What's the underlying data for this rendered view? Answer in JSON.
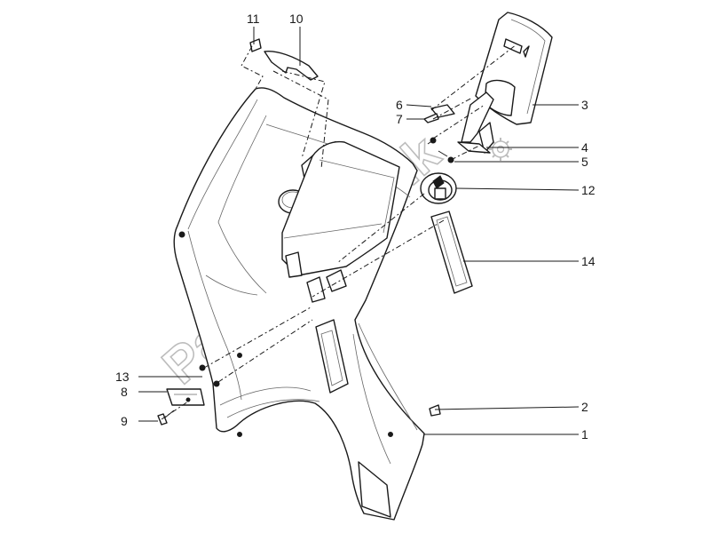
{
  "diagram": {
    "watermark": "PartsRepublik",
    "callouts": {
      "c1": "1",
      "c2": "2",
      "c3": "3",
      "c4": "4",
      "c5": "5",
      "c6": "6",
      "c7": "7",
      "c8": "8",
      "c9": "9",
      "c10": "10",
      "c11": "11",
      "c12": "12",
      "c13": "13",
      "c14": "14"
    }
  }
}
